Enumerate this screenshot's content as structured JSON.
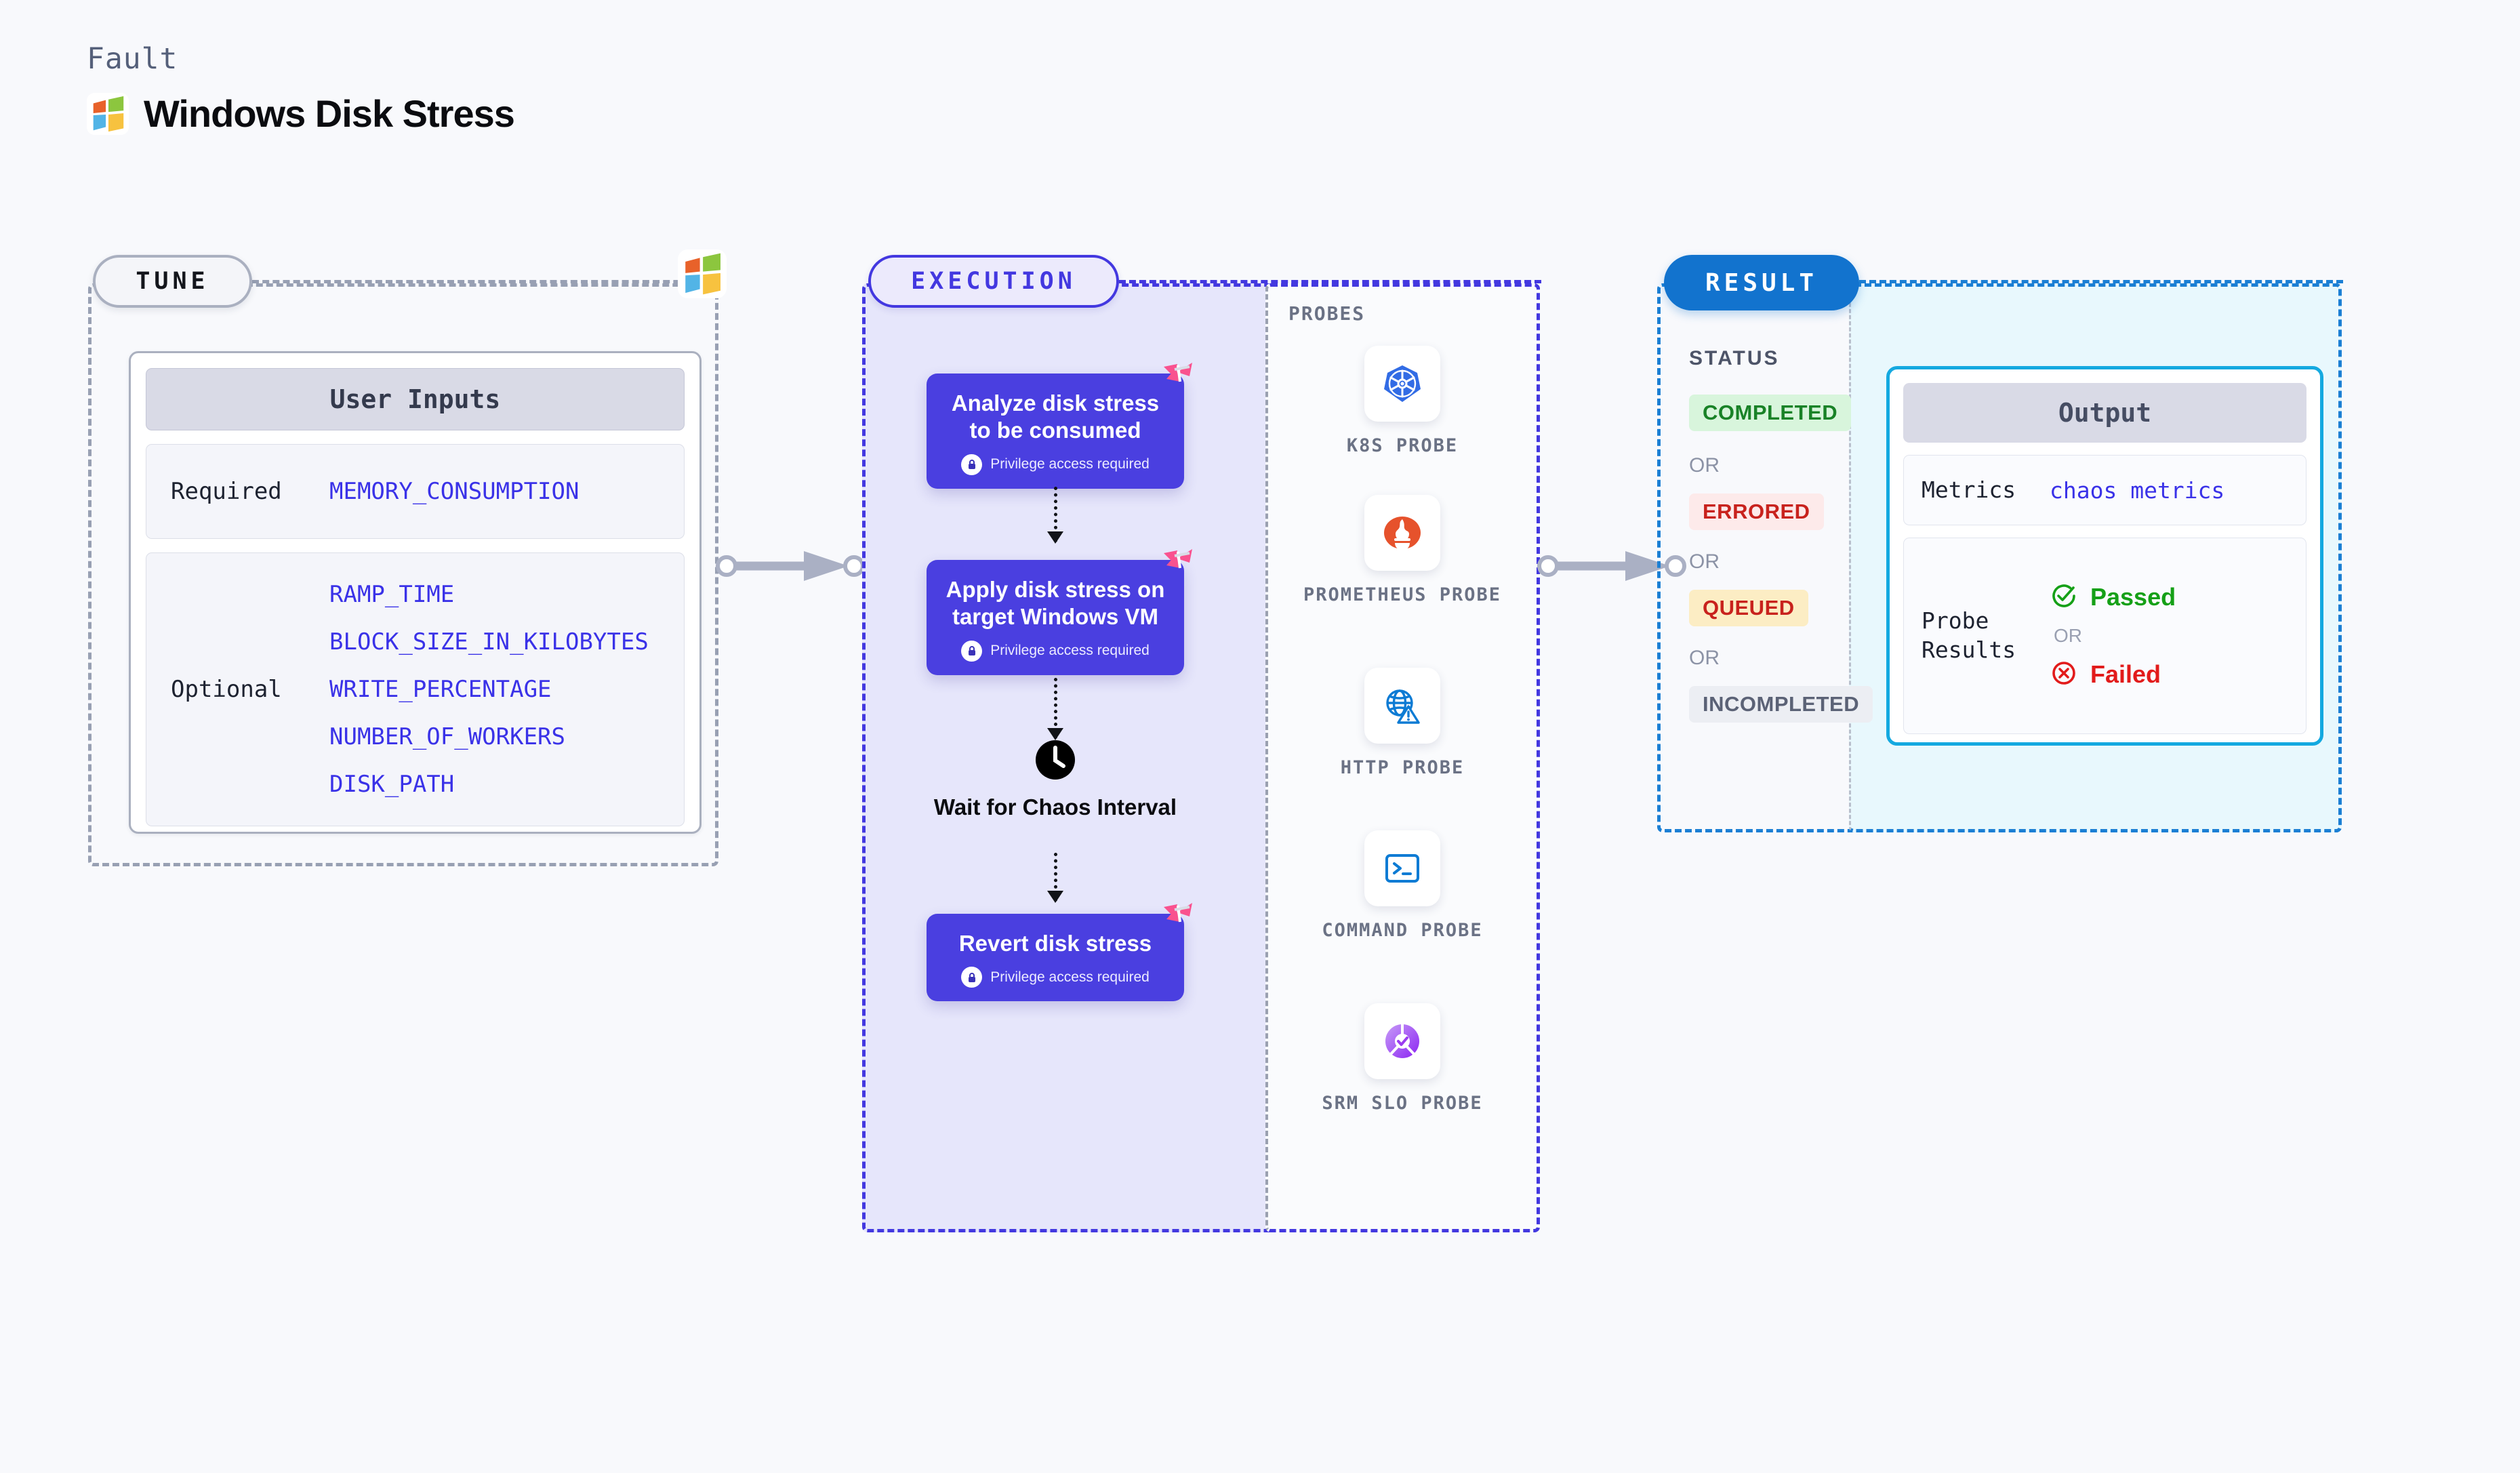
{
  "header": {
    "kicker": "Fault",
    "title": "Windows Disk Stress",
    "logo_icon": "windows-logo-icon"
  },
  "tune": {
    "pill_label": "TUNE",
    "logo_icon": "windows-logo-icon",
    "card": {
      "title": "User Inputs",
      "required_label": "Required",
      "required_values": [
        "MEMORY_CONSUMPTION"
      ],
      "optional_label": "Optional",
      "optional_values": [
        "RAMP_TIME",
        "BLOCK_SIZE_IN_KILOBYTES",
        "WRITE_PERCENTAGE",
        "NUMBER_OF_WORKERS",
        "DISK_PATH"
      ]
    }
  },
  "execution": {
    "pill_label": "EXECUTION",
    "privilege_note": "Privilege access required",
    "steps": [
      {
        "title": "Analyze disk stress to be consumed",
        "privilege": "Privilege access required",
        "ribbon_icon": "chaos-ribbon-icon",
        "lock_icon": "lock-icon"
      },
      {
        "title": "Apply disk stress on target Windows VM",
        "privilege": "Privilege access required",
        "ribbon_icon": "chaos-ribbon-icon",
        "lock_icon": "lock-icon"
      },
      {
        "title": "Revert disk stress",
        "privilege": "Privilege access required",
        "ribbon_icon": "chaos-ribbon-icon",
        "lock_icon": "lock-icon"
      }
    ],
    "wait": {
      "label": "Wait for Chaos Interval",
      "icon": "clock-icon"
    }
  },
  "probes": {
    "title": "PROBES",
    "items": [
      {
        "name": "K8S PROBE",
        "icon": "kubernetes-icon"
      },
      {
        "name": "PROMETHEUS PROBE",
        "icon": "prometheus-icon"
      },
      {
        "name": "HTTP PROBE",
        "icon": "http-globe-warning-icon"
      },
      {
        "name": "COMMAND PROBE",
        "icon": "terminal-icon"
      },
      {
        "name": "SRM SLO PROBE",
        "icon": "srm-slo-icon"
      }
    ]
  },
  "result": {
    "pill_label": "RESULT",
    "status_title": "STATUS",
    "or_label": "OR",
    "statuses": [
      {
        "label": "COMPLETED",
        "bg": "#d8f5dc",
        "color": "#198227"
      },
      {
        "label": "ERRORED",
        "bg": "#fdeaea",
        "color": "#c8221d"
      },
      {
        "label": "QUEUED",
        "bg": "#fcedc4",
        "color": "#c8221d"
      },
      {
        "label": "INCOMPLETED",
        "bg": "#eceef3",
        "color": "#5b6276"
      }
    ],
    "output": {
      "title": "Output",
      "metrics_key": "Metrics",
      "metrics_value": "chaos metrics",
      "probe_results_key": "Probe Results",
      "passed_label": "Passed",
      "failed_label": "Failed",
      "or_label": "OR",
      "passed_icon": "check-circle-icon",
      "failed_icon": "x-circle-icon"
    }
  },
  "colors": {
    "canvas_bg": "#f8f9fc",
    "execution_accent": "#4338e0",
    "execution_fill": "#e6e6fb",
    "step_fill": "#4a3fe0",
    "result_accent": "#1b7fd4",
    "result_fill": "#e8f8fd",
    "output_border": "#14a9e0",
    "tune_accent": "#98a0b3",
    "mono_value": "#3a32e8",
    "ribbon": "#f9528f",
    "connector": "#aab0c4"
  }
}
